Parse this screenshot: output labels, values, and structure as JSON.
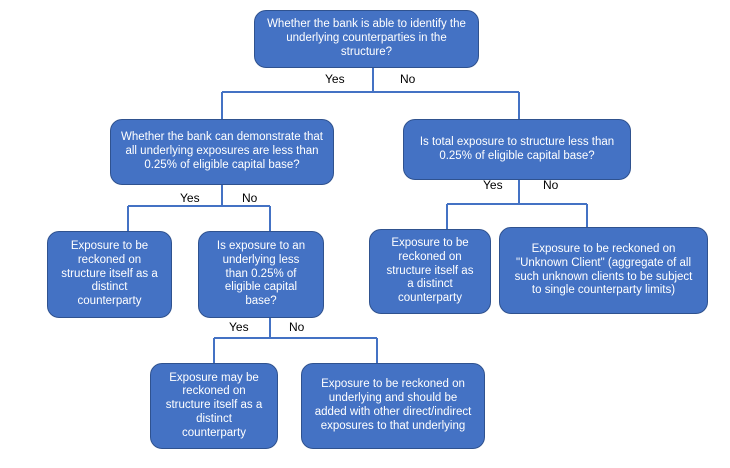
{
  "nodes": {
    "root": "Whether the bank is able to identify the underlying counterparties in the structure?",
    "identified_check": "Whether the bank can demonstrate that all underlying exposures are less than 0.25% of eligible capital base?",
    "unidentified_check": "Is total exposure to structure less than 0.25% of eligible capital base?",
    "identified_yes_outcome": "Exposure to be reckoned on structure itself as a distinct counterparty",
    "underlying_check": "Is exposure to an underlying less than 0.25% of eligible capital base?",
    "unidentified_yes_outcome": "Exposure to be reckoned on structure itself as a distinct counterparty",
    "unidentified_no_outcome": "Exposure to be reckoned on \"Unknown Client\" (aggregate of all such unknown clients to be subject to single counterparty limits)",
    "underlying_yes_outcome": "Exposure may be reckoned on structure itself as a distinct counterparty",
    "underlying_no_outcome": "Exposure to be reckoned on underlying and should be added with other direct/indirect exposures to that underlying"
  },
  "edge_labels": {
    "root_yes": "Yes",
    "root_no": "No",
    "identified_yes": "Yes",
    "identified_no": "No",
    "unidentified_yes": "Yes",
    "unidentified_no": "No",
    "underlying_yes": "Yes",
    "underlying_no": "No"
  },
  "colors": {
    "box_fill": "#4472c4",
    "box_border": "#2f528f",
    "connector": "#4472c4",
    "box_text": "#ffffff"
  }
}
